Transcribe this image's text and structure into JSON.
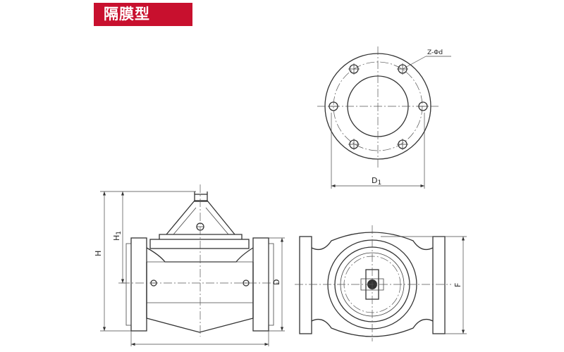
{
  "header": {
    "title": "隔膜型",
    "badge_color": "#c8102e"
  },
  "labels": {
    "holes": "Z-Φd",
    "d1_main": "D",
    "d1_sub": "1",
    "h": "H",
    "h1_main": "H",
    "h1_sub": "1",
    "d": "D",
    "f": "F"
  }
}
